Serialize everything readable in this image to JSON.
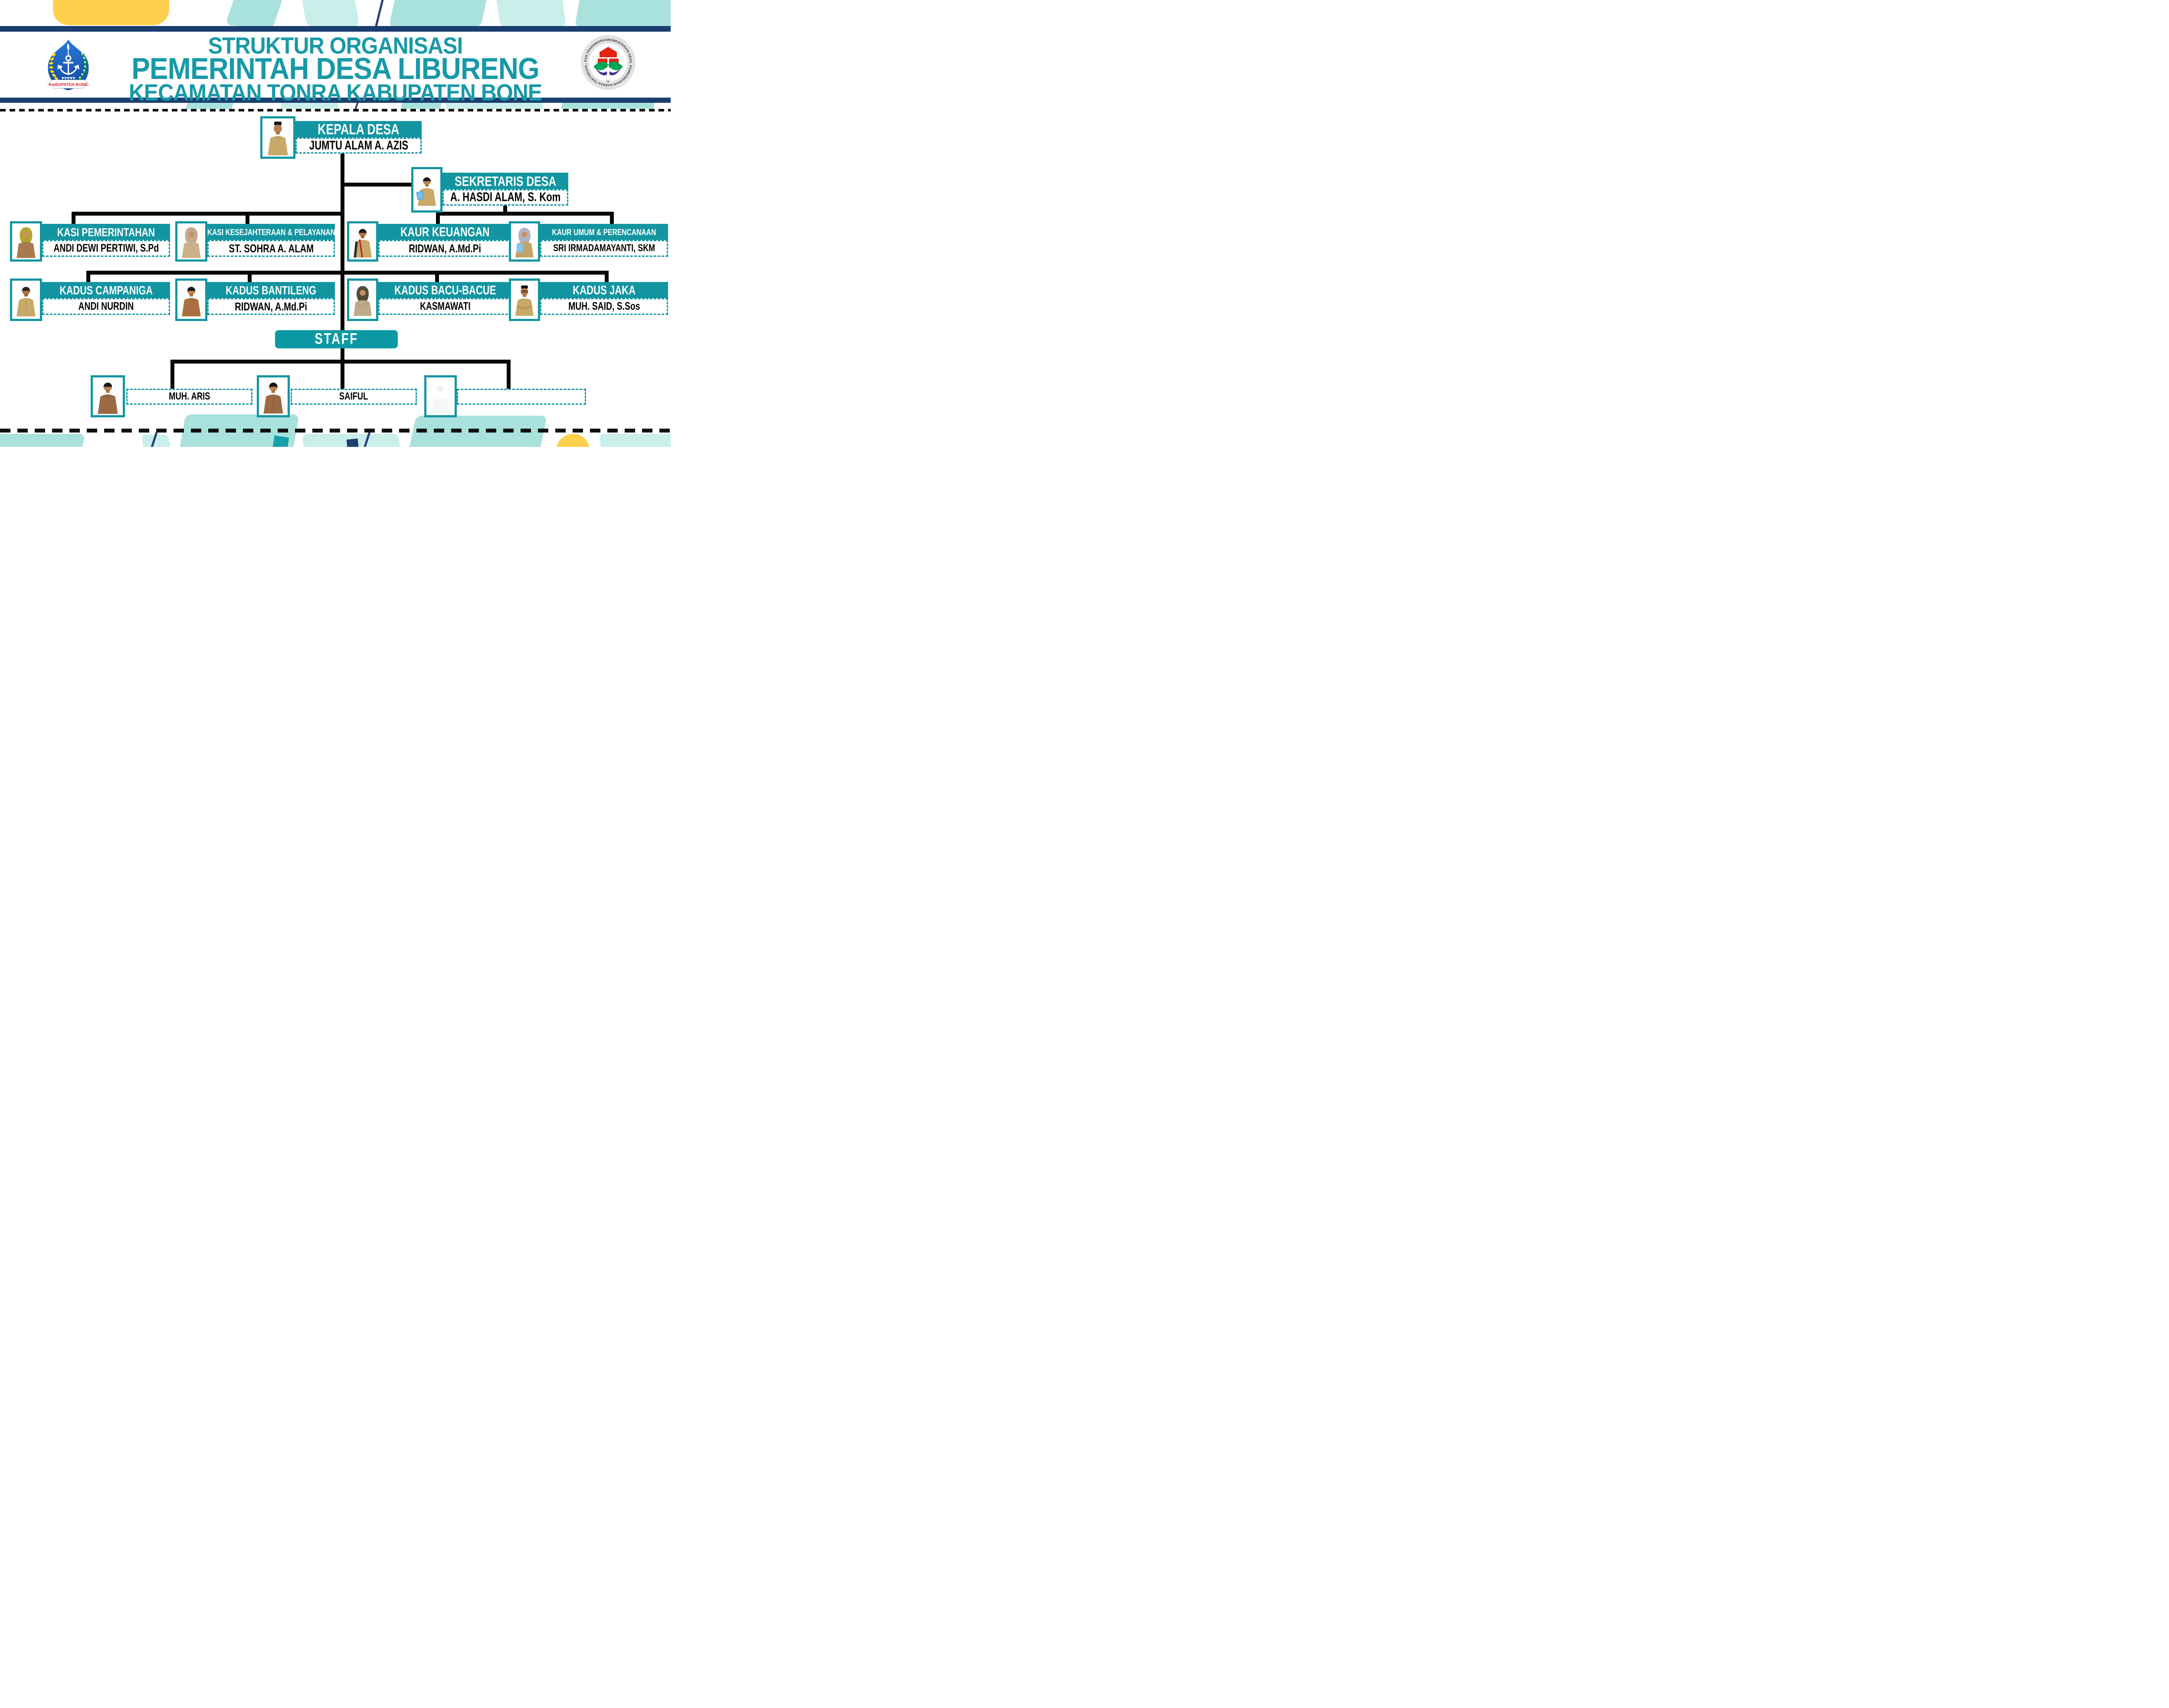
{
  "header": {
    "title_line1": "STRUKTUR ORGANISASI",
    "title_line2": "PEMERINTAH DESA LIBURENG",
    "title_line3": "KECAMATAN TONRA KABUPATEN BONE",
    "left_logo_text": "KABUPATEN BONE",
    "right_logo_text": "KEMENTERIAN DESA, PEMBANGUNAN DAERAH TERTINGGAL, DAN TRANSMIGRASI"
  },
  "colors": {
    "teal_box": "#1295A1",
    "title_teal": "#1899A7",
    "navy_bar": "#1A3E6F",
    "accent_yellow": "#FFD04D",
    "light_teal": "#A9E2DD",
    "connector_black": "#060606"
  },
  "chart": {
    "kepala": {
      "title": "KEPALA DESA",
      "name": "JUMTU ALAM A. AZIS"
    },
    "sekretaris": {
      "title": "SEKRETARIS DESA",
      "name": "A. HASDI ALAM, S. Kom"
    },
    "row2": [
      {
        "title": "KASI PEMERINTAHAN",
        "name": "ANDI DEWI PERTIWI, S.Pd"
      },
      {
        "title": "KASI KESEJAHTERAAN & PELAYANAN",
        "name": "ST. SOHRA A. ALAM"
      },
      {
        "title": "KAUR KEUANGAN",
        "name": "RIDWAN, A.Md.Pi"
      },
      {
        "title": "KAUR UMUM & PERENCANAAN",
        "name": "SRI IRMADAMAYANTI, SKM"
      }
    ],
    "row3": [
      {
        "title": "KADUS CAMPANIGA",
        "name": "ANDI NURDIN"
      },
      {
        "title": "KADUS BANTILENG",
        "name": "RIDWAN, A.Md.Pi"
      },
      {
        "title": "KADUS BACU-BACUE",
        "name": "KASMAWATI"
      },
      {
        "title": "KADUS JAKA",
        "name": "MUH. SAID, S.Sos"
      }
    ],
    "staff_title": "STAFF",
    "staff": [
      {
        "name": "MUH. ARIS"
      },
      {
        "name": "SAIFUL"
      },
      {
        "name": ""
      }
    ]
  }
}
